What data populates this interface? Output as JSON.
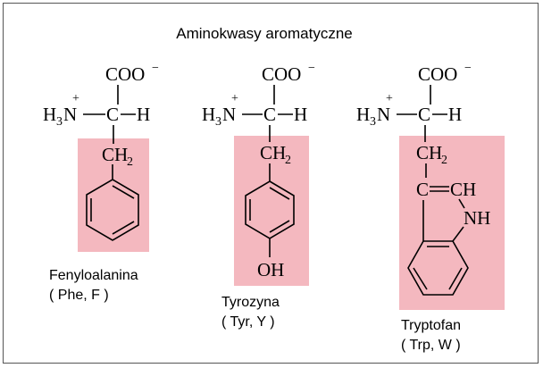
{
  "title": "Aminokwasy aromatyczne",
  "common": {
    "carboxyl": "COO",
    "minus": "−",
    "amine_H": "H",
    "amine_sub": "3",
    "amine_N": "N",
    "plus": "+",
    "alpha_C": "C",
    "alpha_H": "H",
    "ch2_C": "CH",
    "ch2_sub": "2"
  },
  "side_chain_highlight_color": "#f4b8bf",
  "amino_acids": [
    {
      "name": "Fenyloalanina",
      "abbr": "( Phe, F )"
    },
    {
      "name": "Tyrozyna",
      "abbr": "( Tyr, Y )",
      "substituent": "OH"
    },
    {
      "name": "Tryptofan",
      "abbr": "( Trp, W )",
      "ring_CeqCH": "C=CH",
      "ring_C": "C",
      "ring_eqCH": "CH",
      "ring_NH": "NH"
    }
  ]
}
